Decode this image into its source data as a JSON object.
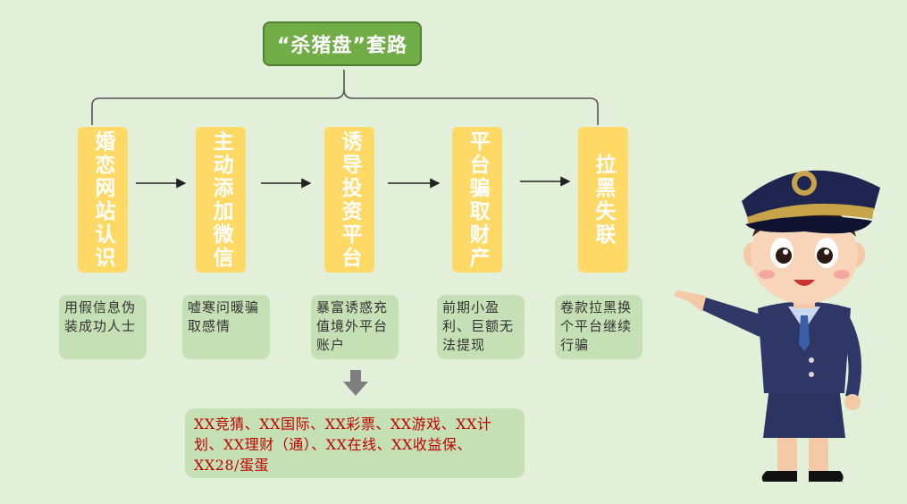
{
  "title": "“杀猪盘”套路",
  "steps": [
    {
      "label": "婚恋网站认识",
      "desc": "用假信息伪装成功人士"
    },
    {
      "label": "主动添加微信",
      "desc": "嘘寒问暖骗取感情"
    },
    {
      "label": "诱导投资平台",
      "desc": "暴富诱惑充值境外平台账户"
    },
    {
      "label": "平台骗取财产",
      "desc": "前期小盈利、巨额无法提现"
    },
    {
      "label": "拉黑失联",
      "desc": "卷款拉黑换个平台继续行骗"
    }
  ],
  "sites": "XX竞猜、XX国际、XX彩票、XX游戏、XX计划、XX理财（通）、XX在线、XX收益保、XX28/蛋蛋",
  "colors": {
    "background": "#e2efd9",
    "title_bg": "#70ad47",
    "step_bg": "#ffd966",
    "desc_bg": "#c5e0b4",
    "sites_text": "#c00000"
  }
}
